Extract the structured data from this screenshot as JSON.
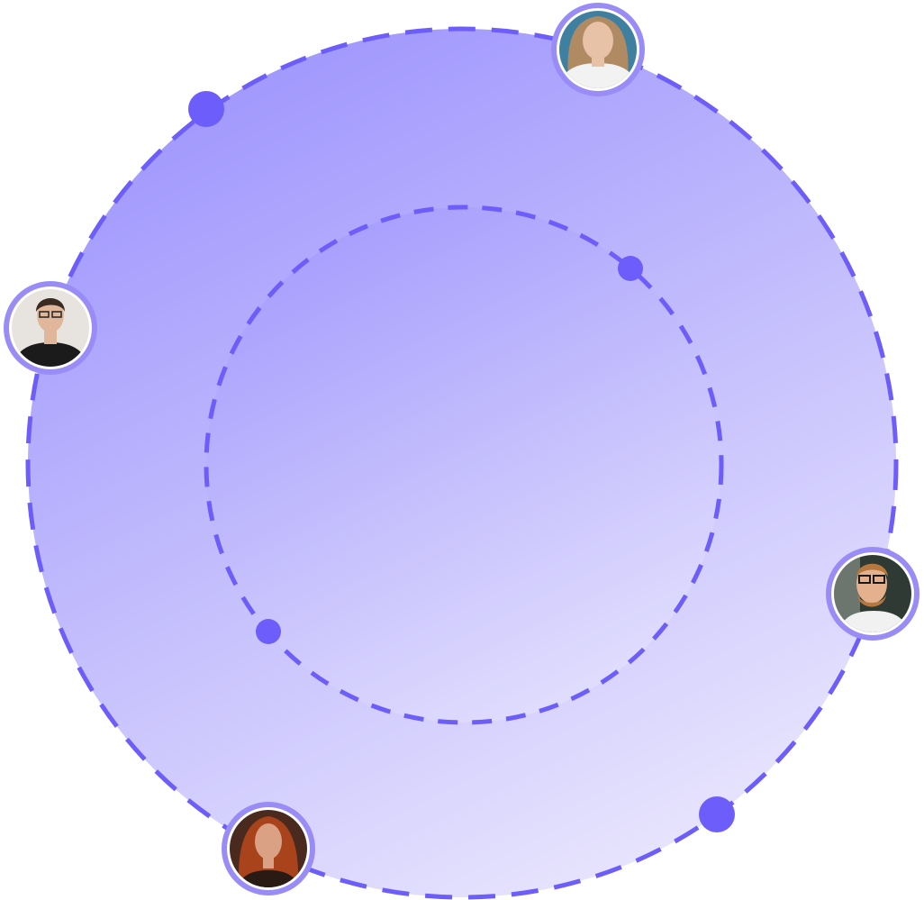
{
  "colors": {
    "gradient_top": "#9c93fd",
    "gradient_bottom": "#e9e6fd",
    "dash": "#6d5dfb",
    "dot": "#6d5dfb",
    "avatar_ring": "#9a8cf7",
    "avatar_inner_ring": "#ffffff"
  },
  "avatars": [
    {
      "name": "avatar-woman-blonde",
      "icon": "person-icon",
      "bg": "#3f7fa0",
      "skin": "#e8c2a6",
      "hair": "#b08a62",
      "shirt": "#f2f2f2"
    },
    {
      "name": "avatar-man-glasses-black-shirt",
      "icon": "person-icon",
      "bg": "#e7e4df",
      "skin": "#e0b79a",
      "hair": "#3b2a22",
      "shirt": "#1b1b1b"
    },
    {
      "name": "avatar-man-glasses-beard",
      "icon": "person-icon",
      "bg": "#2e3a33",
      "skin": "#e5b08e",
      "hair": "#b5793f",
      "shirt": "#f1f1f1"
    },
    {
      "name": "avatar-woman-redhead",
      "icon": "person-icon",
      "bg": "#4a2a1e",
      "skin": "#dba185",
      "hair": "#a8431c",
      "shirt": "#2a1a14"
    }
  ]
}
